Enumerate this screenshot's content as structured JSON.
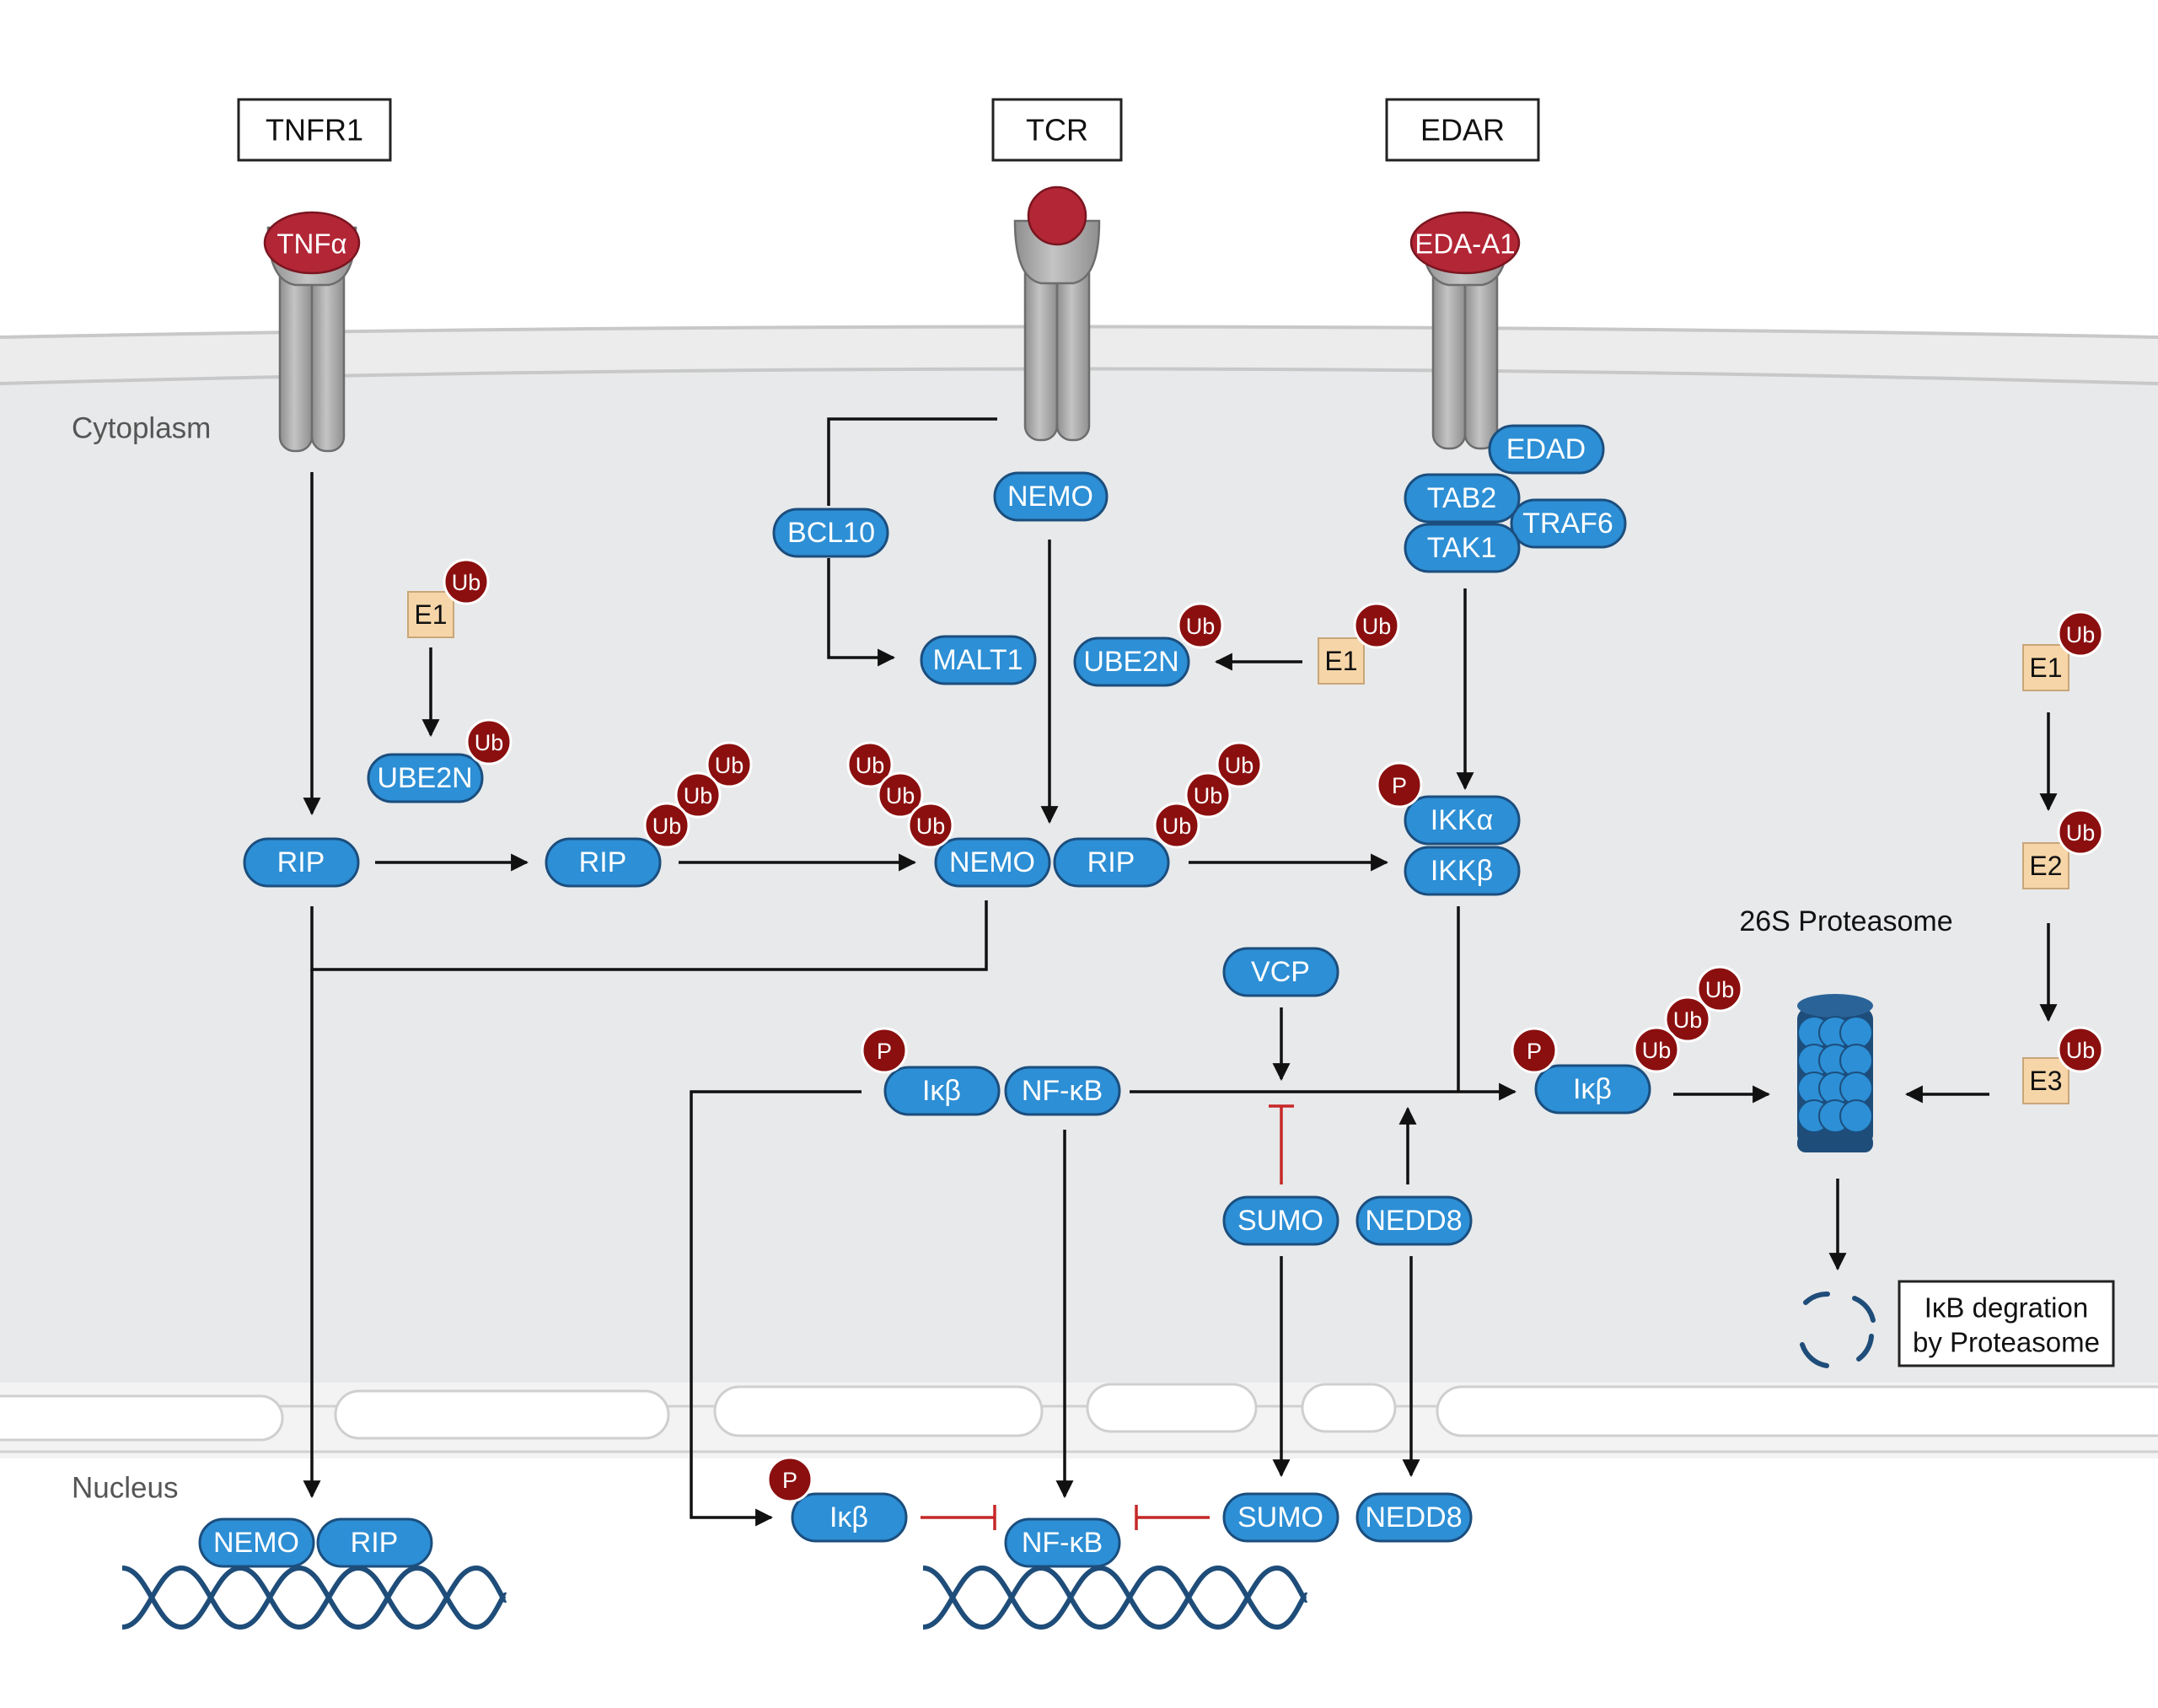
{
  "receptors": {
    "tnfr1": "TNFR1",
    "tcr": "TCR",
    "edar": "EDAR"
  },
  "ligands": {
    "tnfa": "TNFα",
    "eda_a1": "EDA-A1"
  },
  "compartments": {
    "cytoplasm": "Cytoplasm",
    "nucleus": "Nucleus"
  },
  "proteins": {
    "edad": "EDAD",
    "tab2": "TAB2",
    "tak1": "TAK1",
    "traf6": "TRAF6",
    "nemo": "NEMO",
    "bcl10": "BCL10",
    "malt1": "MALT1",
    "ube2n": "UBE2N",
    "rip": "RIP",
    "ikka": "IKKα",
    "ikkb": "IKKβ",
    "vcp": "VCP",
    "ikb": "Iκβ",
    "nfkb": "NF-κB",
    "sumo": "SUMO",
    "nedd8": "NEDD8"
  },
  "enzymes": {
    "e1": "E1",
    "e2": "E2",
    "e3": "E3"
  },
  "modifiers": {
    "ub": "Ub",
    "p": "P"
  },
  "proteasome": {
    "title": "26S Proteasome",
    "degradation_line1": "IκB degration",
    "degradation_line2": "by Proteasome"
  },
  "colors": {
    "protein_fill": "#2d8fd5",
    "protein_stroke": "#1b4e7e",
    "ligand": "#b32636",
    "ub_mark": "#8b0f0f",
    "enzyme_fill": "#f6d6a8",
    "cytoplasm_bg": "#e8e9ea",
    "inhibition": "#c62828",
    "dna": "#1f4d7a"
  }
}
